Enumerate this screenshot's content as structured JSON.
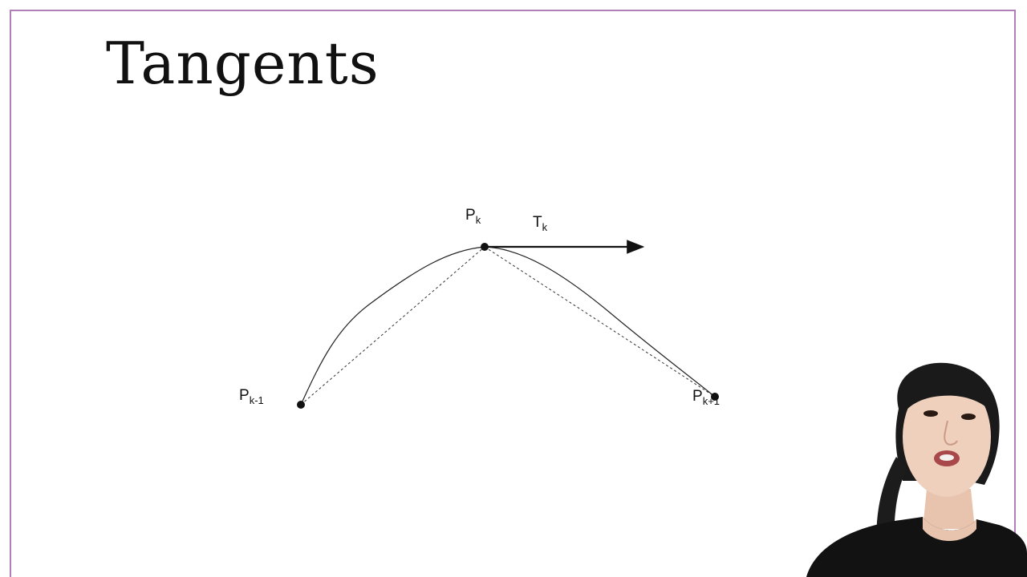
{
  "slide": {
    "title": "Tangents"
  },
  "diagram": {
    "points": [
      {
        "id": "p-prev",
        "label": "P",
        "subscript": "k-1"
      },
      {
        "id": "p-cur",
        "label": "P",
        "subscript": "k"
      },
      {
        "id": "p-next",
        "label": "P",
        "subscript": "k+1"
      }
    ],
    "tangent": {
      "label": "T",
      "subscript": "k"
    }
  },
  "colors": {
    "frame": "#b07fb8",
    "ink": "#111111"
  }
}
